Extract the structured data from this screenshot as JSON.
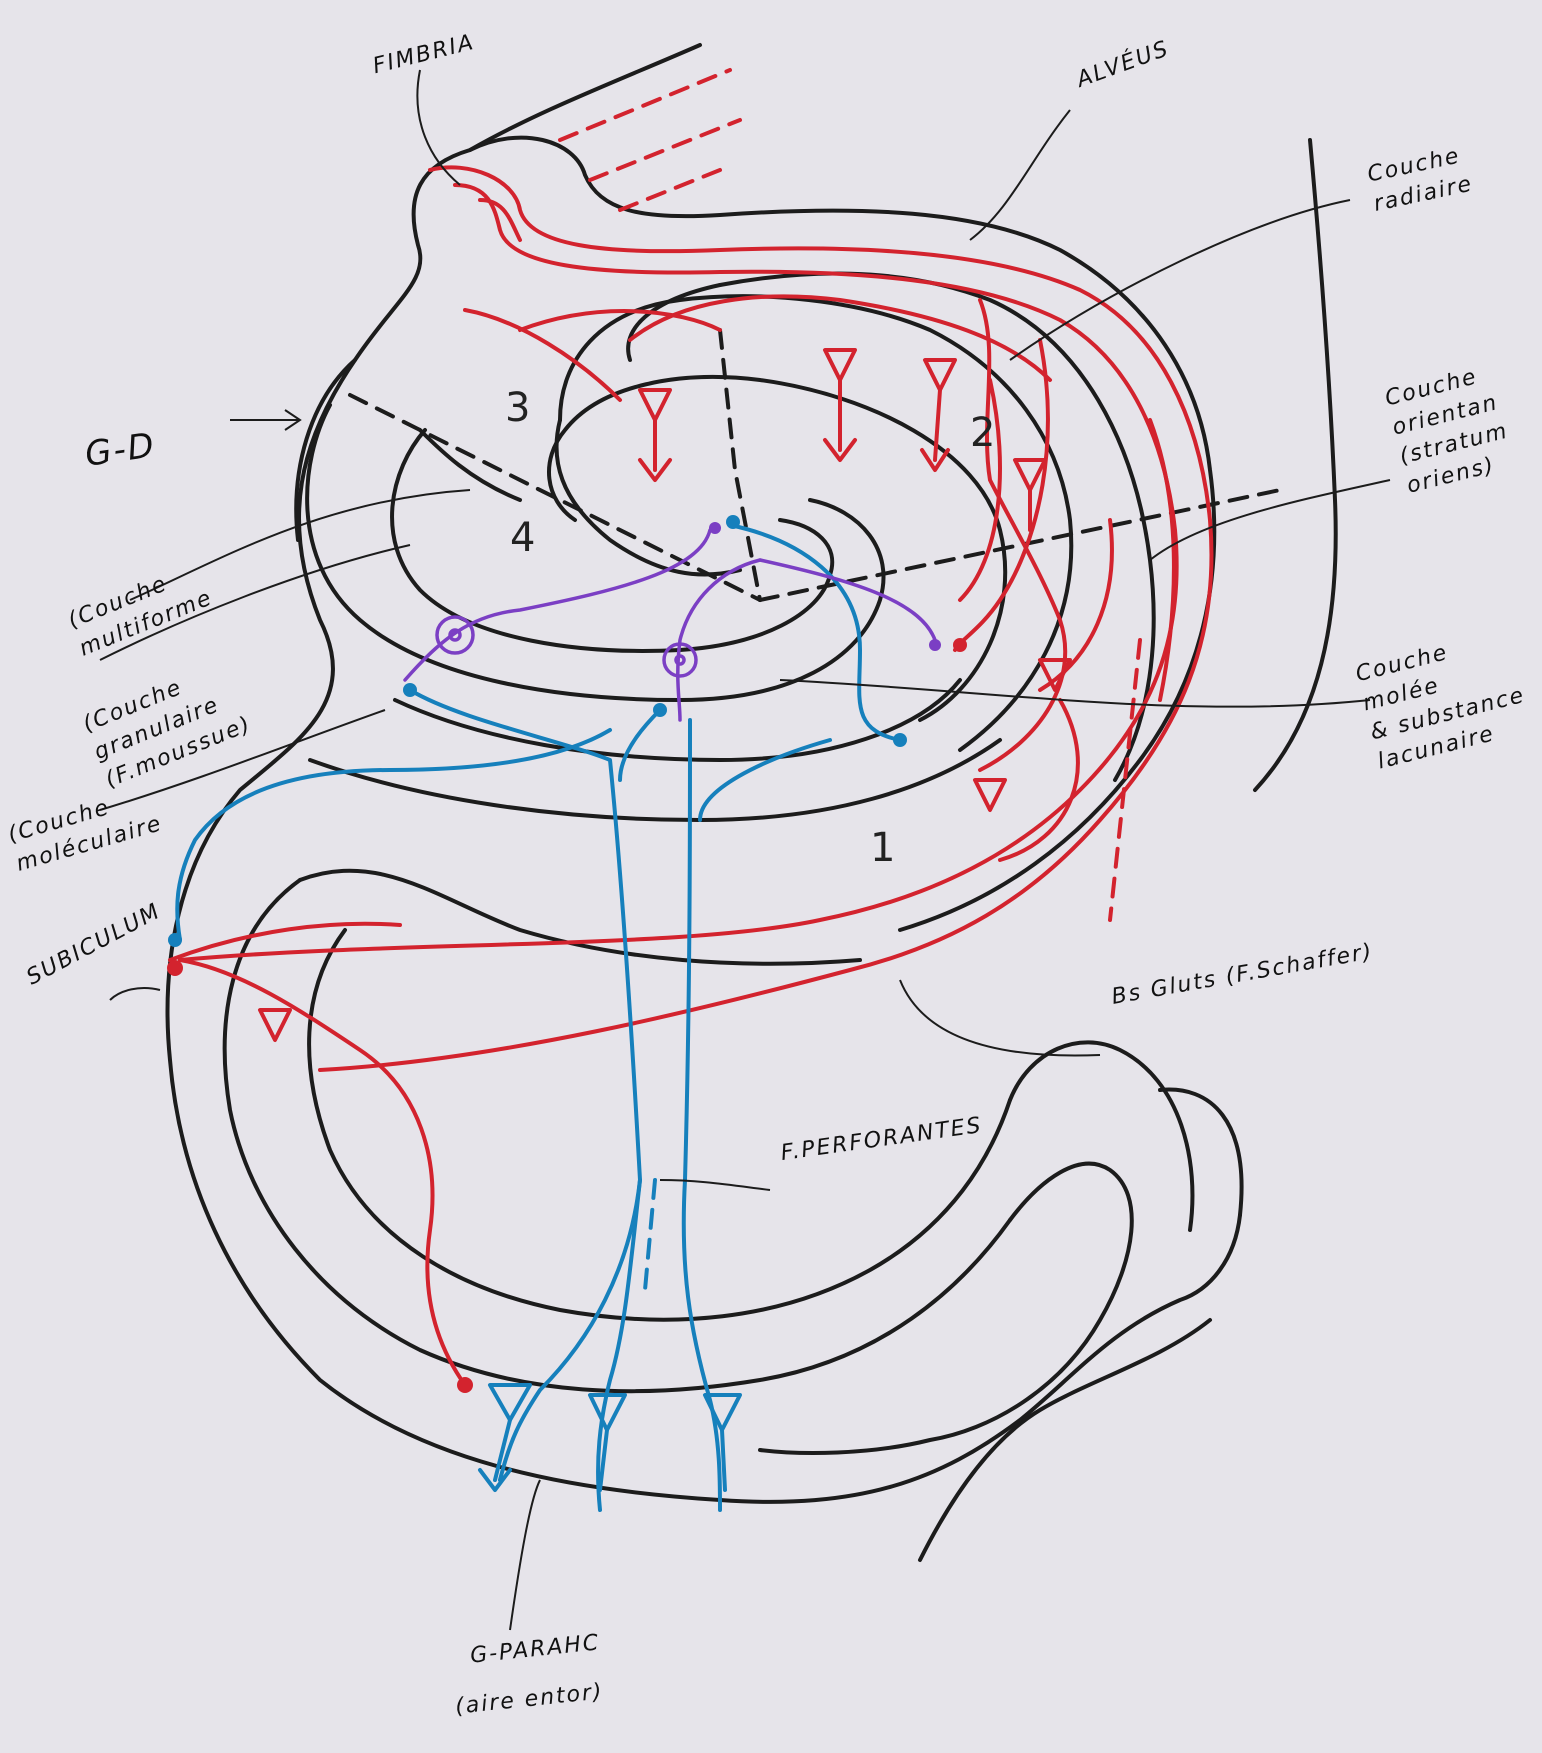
{
  "labels": {
    "fimbria": "FIMBRIA",
    "alveus": "ALVÉUS",
    "couche_radiaire": [
      "Couche",
      "radiaire"
    ],
    "couche_oriens": [
      "Couche",
      "orientan",
      "(stratum",
      "oriens)"
    ],
    "couche_moleculaire_lacunaire": [
      "Couche",
      "molée",
      "& substance",
      "lacunaire"
    ],
    "gd": "G-D",
    "couche_multiforme": [
      "(Couche",
      "multiforme"
    ],
    "couche_granulaire": [
      "(Couche",
      "granulaire",
      "(F.moussue)"
    ],
    "couche_moleculaire_gd": [
      "(Couche",
      "moléculaire"
    ],
    "subiculum": "SUBICULUM",
    "schaffer": "Bs Gluts (F.Schaffer)",
    "perforantes": "F.PERFORANTES",
    "g_parahc": "G-PARAHC",
    "aire_entor": "(aire entor)"
  },
  "regions": [
    "1",
    "2",
    "3",
    "4"
  ],
  "colors": {
    "outline": "#1c1c1c",
    "pyramidal_pathway": "#d3232e",
    "perforant_pathway": "#1680bc",
    "interneuron": "#7b3fc4",
    "paper": "#e6e4ea"
  }
}
